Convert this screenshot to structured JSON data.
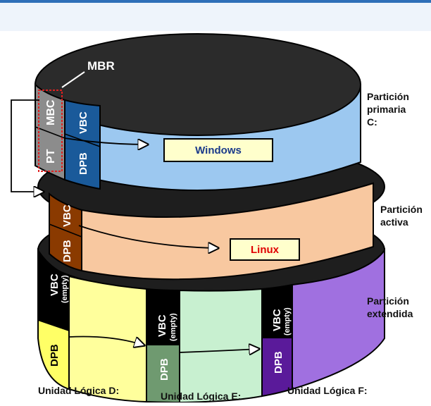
{
  "mbr": {
    "label": "MBR"
  },
  "disk1": {
    "mbc": "MBC",
    "pt": "PT",
    "vbc": "VBC",
    "dpb": "DPB",
    "os": "Windows",
    "label_lines": [
      "Partición",
      "primaria",
      "C:"
    ]
  },
  "disk2": {
    "vbc": "VBC",
    "dpb": "DPB",
    "os": "Linux",
    "label_lines": [
      "Partición",
      "activa"
    ]
  },
  "disk3": {
    "label_lines": [
      "Partición",
      "extendida"
    ],
    "units": [
      {
        "vbc": "VBC",
        "empty": "(empty)",
        "dpb": "DPB",
        "name": "Unidad Lógica D:"
      },
      {
        "vbc": "VBC",
        "empty": "(empty)",
        "dpb": "DPB",
        "name": "Unidad Lógica E:"
      },
      {
        "vbc": "VBC",
        "empty": "(empty)",
        "dpb": "DPB",
        "name": "Unidad Lógica F:"
      }
    ]
  },
  "colors": {
    "top_surface": "#2b2b2b",
    "disk1_fill": "#9cc8f0",
    "disk2_fill": "#f8c8a0",
    "disk3_d": "#ffff9c",
    "disk3_e": "#c8f0d0",
    "disk3_f": "#a070e0",
    "os_box": "#ffffcc",
    "linux_text": "#e00000",
    "windows_text": "#1a3a8a"
  }
}
